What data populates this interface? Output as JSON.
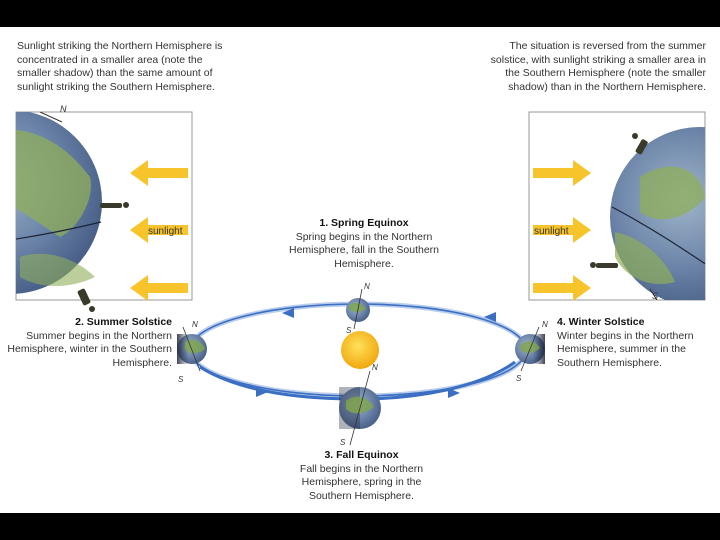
{
  "captions": {
    "left": "Sunlight striking the Northern Hemisphere is concentrated in a smaller area (note the smaller shadow) than the same amount of sunlight striking the Southern Hemisphere.",
    "right": "The situation is reversed from the summer solstice, with sunlight striking a smaller area in the Southern Hemisphere (note the smaller shadow) than in the Northern Hemisphere."
  },
  "sunlight_label": "sunlight",
  "pole_labels": {
    "north": "N",
    "south": "S"
  },
  "seasons": [
    {
      "title": "1. Spring Equinox",
      "desc": "Spring begins in the Northern Hemisphere, fall in the Southern Hemisphere."
    },
    {
      "title": "2. Summer Solstice",
      "desc": "Summer begins in the Northern Hemisphere, winter in the Southern Hemisphere."
    },
    {
      "title": "3. Fall Equinox",
      "desc": "Fall begins in the Northern Hemisphere, spring in the Southern Hemisphere."
    },
    {
      "title": "4. Winter Solstice",
      "desc": "Winter begins in the Northern Hemisphere, summer in the Southern Hemisphere."
    }
  ],
  "colors": {
    "orbit": "#3a6fc4",
    "sun": "#f2b81d",
    "sunlight_arrow": "#f7c52b",
    "earth_land": "#7fa64a",
    "earth_ocean": "#6b83a8",
    "earth_shadow": "#243049"
  }
}
